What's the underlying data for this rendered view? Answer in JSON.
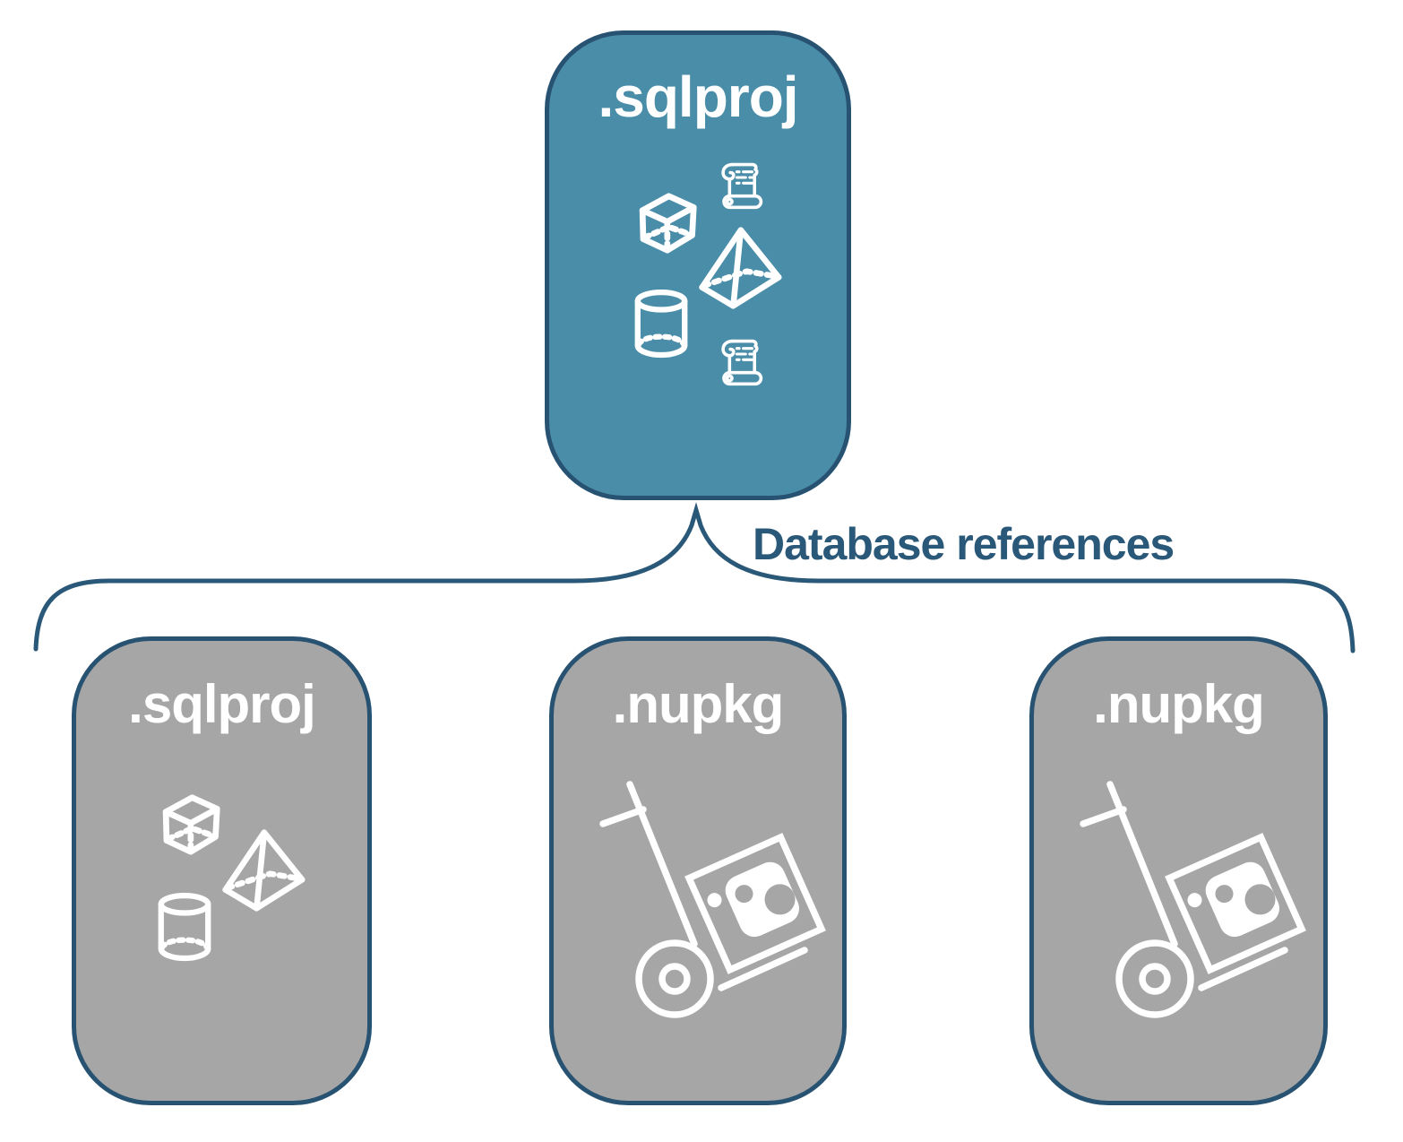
{
  "diagram": {
    "connector_label": "Database references",
    "colors": {
      "root_fill": "#4A8DA9",
      "child_fill": "#A6A6A6",
      "border": "#275271",
      "connector": "#2A5878",
      "icon_stroke": "#FFFFFF"
    },
    "root": {
      "title": ".sqlproj",
      "icons": [
        "cube-icon",
        "scroll-icon",
        "pyramid-icon",
        "cylinder-icon",
        "scroll-icon"
      ]
    },
    "children": [
      {
        "title": ".sqlproj",
        "icons": [
          "cube-icon",
          "pyramid-icon",
          "cylinder-icon"
        ]
      },
      {
        "title": ".nupkg",
        "icons": [
          "hand-truck-package-icon"
        ]
      },
      {
        "title": ".nupkg",
        "icons": [
          "hand-truck-package-icon"
        ]
      }
    ]
  }
}
